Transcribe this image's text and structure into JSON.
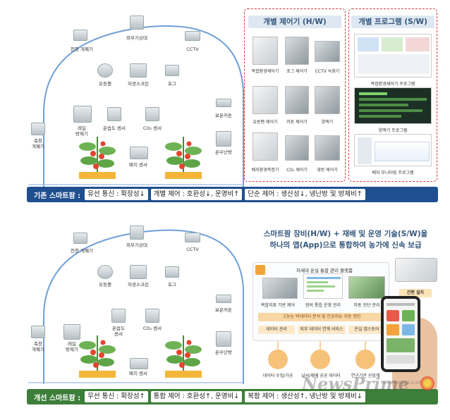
{
  "top": {
    "devices": {
      "roof_vent": "천창 개폐기",
      "weather": "외부기상대",
      "cctv": "CCTV",
      "fan": "유동팬",
      "screen": "차광스크린",
      "fog": "포그",
      "rail": "레일\n방제기",
      "humidity": "온습도 센서",
      "co2": "CO₂ 센서",
      "cover": "보온커튼",
      "side_vent": "측창\n개폐기",
      "heater": "온수난방",
      "ground": "배지 센서"
    },
    "hw_panel": {
      "title": "개별 제어기 (H/W)",
      "items": [
        "복합환경제어기",
        "포그 제어기",
        "CCTV 녹화기",
        "유동팬 제어기",
        "커튼 제어기",
        "양액기",
        "배지환경측정기",
        "CO₂ 제어기",
        "냉방 제어기"
      ]
    },
    "sw_panel": {
      "title": "개별 프로그램 (S/W)",
      "items": [
        "복합환경제어기 프로그램",
        "양액기 프로그램",
        "배지 모니터링 프로그램"
      ]
    },
    "bar": {
      "title": "기존 스마트팜 :",
      "segments": [
        "유선 통신 : 확장성↓",
        "개별 제어 : 호환성↓, 운영비↑",
        "단순 제어 : 생산성↓, 냉난방 및 방제비↑"
      ]
    }
  },
  "bottom": {
    "devices": {
      "roof_vent": "천창 개폐기",
      "weather": "외부기상대",
      "cctv": "CCTV",
      "fan": "유동팬",
      "screen": "차광스크린",
      "fog": "포그",
      "humidity": "온습도\n센서",
      "co2": "CO₂ 센서",
      "cover": "보온커튼",
      "side_vent": "측창\n개폐기",
      "rail": "레일\n방제기",
      "heater": "온수난방",
      "ground": "배지 센서"
    },
    "headline_1": "스마트팜 장비(H/W) + 재배 및 운영 기술(S/W)을",
    "headline_2": "하나의 앱(App)으로 통합하여 농가에 신속 보급",
    "platform": {
      "title": "차세대 온실 통합 관리 플랫폼",
      "install": "간편 설치",
      "tiles": [
        "복합지표 기반 제어",
        "장비 통합 운영 관리",
        "자동 진단 관리"
      ],
      "band": "고농능 빅데이터 분석 및 인공지능 자동 엔진",
      "services": [
        "데이터 관리",
        "외부 데이터 연계 서비스",
        "온실 앱스토어"
      ],
      "circles": [
        "데이터 수집/가공",
        "날씨/재배 공공 데이터",
        "연구기관 산업계"
      ]
    },
    "bar": {
      "title": "개선 스마트팜 :",
      "segments": [
        "무선 통신 : 확장성↑",
        "통합 제어 : 호환성↑, 운영비↓",
        "복합 제어 : 생산성↑, 냉난방 및 방제비↓"
      ]
    }
  },
  "watermark": "NewsPrime",
  "watermark_sub": "NEWSPRIME.CO.KR",
  "colors": {
    "top_bar": "#1f4f8f",
    "bottom_bar": "#3d7f3a",
    "dome": "#6f9fd8",
    "red_dash": "#d9363e",
    "wifi": "#3ba7d9"
  }
}
